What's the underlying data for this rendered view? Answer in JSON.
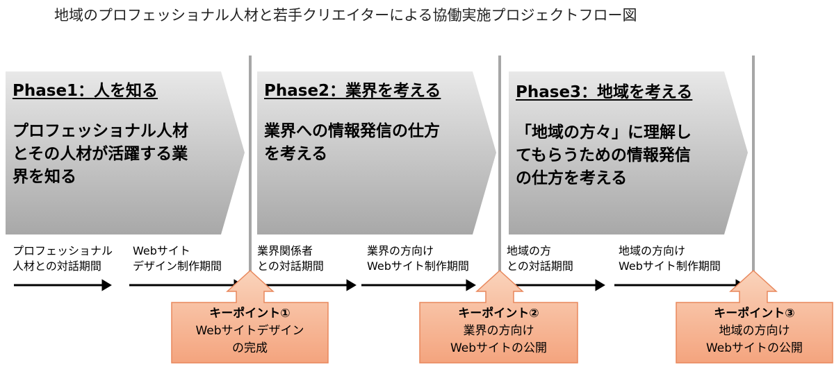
{
  "title": "地域のプロフェッショナル人材と若手クリエイターによる協働実施プロジェクトフロー図",
  "phases": [
    {
      "title": "Phase1：人を知る",
      "desc": [
        "プロフェッショナル人材",
        "とその人材が活躍する業",
        "界を知る"
      ]
    },
    {
      "title": "Phase2：業界を考える",
      "desc": [
        "業界への情報発信の仕方",
        "を考える"
      ]
    },
    {
      "title": "Phase3：地域を考える",
      "desc": [
        "「地域の方々」に理解し",
        "てもらうための情報発信",
        "の仕方を考える"
      ]
    }
  ],
  "periods": [
    [
      "プロフェッショナル",
      "人材との対話期間"
    ],
    [
      "Webサイト",
      "デザイン制作期間"
    ],
    [
      "業界関係者",
      "との対話期間"
    ],
    [
      "業界の方向け",
      "Webサイト制作期間"
    ],
    [
      "地域の方",
      "との対話期間"
    ],
    [
      "地域の方向け",
      "Webサイト制作期間"
    ]
  ],
  "keypoints": [
    {
      "title": "キーポイント①",
      "lines": [
        "Webサイトデザイン",
        "の完成"
      ]
    },
    {
      "title": "キーポイント②",
      "lines": [
        "業界の方向け",
        "Webサイトの公開"
      ]
    },
    {
      "title": "キーポイント③",
      "lines": [
        "地域の方向け",
        "Webサイトの公開"
      ]
    }
  ],
  "colors": {
    "phase_fill_top": "#e6e6e6",
    "phase_fill_bottom": "#a6a6a6",
    "keypoint_fill_top": "#f8cbad",
    "keypoint_fill_bottom": "#f4a582",
    "keypoint_stroke": "#e8875c",
    "divider": "#a6a6a6"
  }
}
